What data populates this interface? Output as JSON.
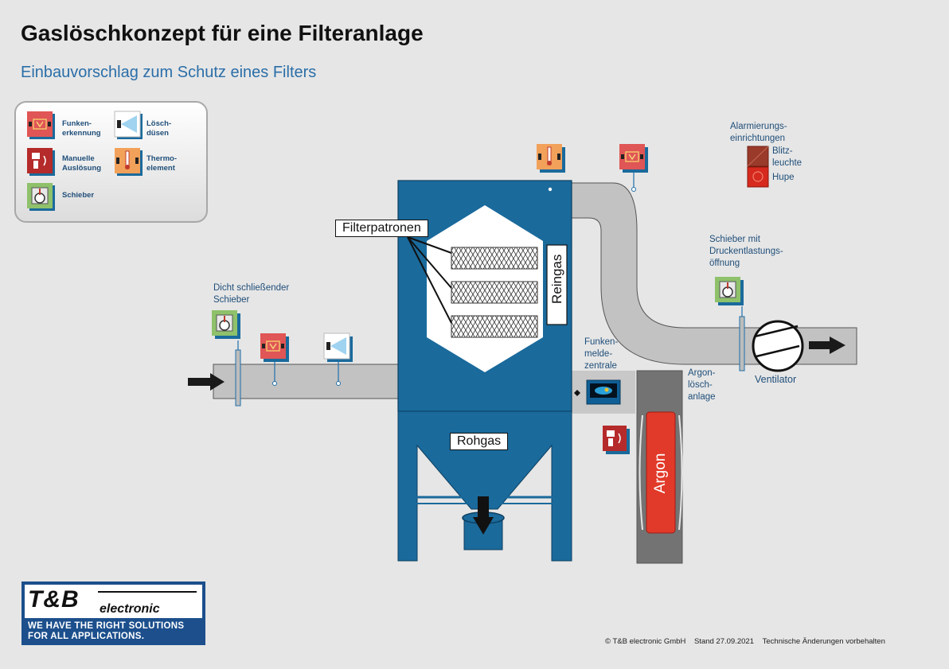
{
  "header": {
    "title": "Gaslöschkonzept für eine Filteranlage",
    "subtitle": "Einbauvorschlag zum Schutz eines Filters"
  },
  "legend": {
    "items": [
      {
        "line1": "Funken-",
        "line2": "erkennung",
        "icon": "spark-detector-icon"
      },
      {
        "line1": "Lösch-",
        "line2": "düsen",
        "icon": "nozzle-icon"
      },
      {
        "line1": "Manuelle",
        "line2": "Auslösung",
        "icon": "manual-release-icon"
      },
      {
        "line1": "Thermo-",
        "line2": "element",
        "icon": "thermocouple-icon"
      },
      {
        "line1": "Schieber",
        "line2": "",
        "icon": "gate-valve-icon"
      }
    ]
  },
  "labels": {
    "alarm_l1": "Alarmierungs-",
    "alarm_l2": "einrichtungen",
    "blitz_l1": "Blitz-",
    "blitz_l2": "leuchte",
    "hupe": "Hupe",
    "schieber_druck_l1": "Schieber mit",
    "schieber_druck_l2": "Druckentlastungs-",
    "schieber_druck_l3": "öffnung",
    "dicht_l1": "Dicht schließender",
    "dicht_l2": "Schieber",
    "funken_l1": "Funken-",
    "funken_l2": "melde-",
    "funken_l3": "zentrale",
    "argon_l1": "Argon-",
    "argon_l2": "lösch-",
    "argon_l3": "anlage",
    "ventilator": "Ventilator",
    "filterpatronen": "Filterpatronen",
    "reingas": "Reingas",
    "rohgas": "Rohgas",
    "argon": "Argon"
  },
  "logo": {
    "name": "T&B electronic",
    "slogan_l1": "WE HAVE THE RIGHT SOLUTIONS",
    "slogan_l2": "FOR ALL APPLICATIONS."
  },
  "footer": {
    "copyright": "© T&B electronic GmbH",
    "stand": "Stand 27.09.2021",
    "note": "Technische Änderungen vorbehalten"
  },
  "colors": {
    "filter_blue": "#1a6a9c",
    "duct_gray": "#c2c2c2",
    "spark_red": "#e05555",
    "argon_red": "#e23a2a",
    "label_blue": "#1f4e79"
  }
}
